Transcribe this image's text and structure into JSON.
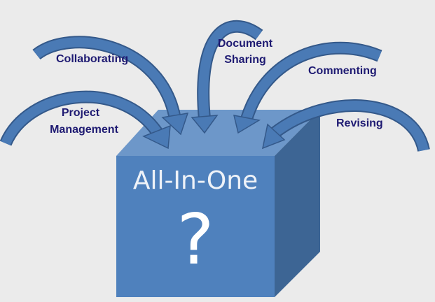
{
  "center": {
    "title": "All-In-One",
    "symbol": "?"
  },
  "labels": {
    "collaborating": "Collaborating",
    "document_sharing_1": "Document",
    "document_sharing_2": "Sharing",
    "commenting": "Commenting",
    "project_management_1": "Project",
    "project_management_2": "Management",
    "revising": "Revising"
  },
  "colors": {
    "background": "#ebebeb",
    "cube_front": "#4f81bd",
    "cube_top": "#6d97c9",
    "cube_side": "#3d6594",
    "arrow": "#4a7ab5",
    "arrow_outline": "#34598a",
    "label": "#1e1a72"
  }
}
